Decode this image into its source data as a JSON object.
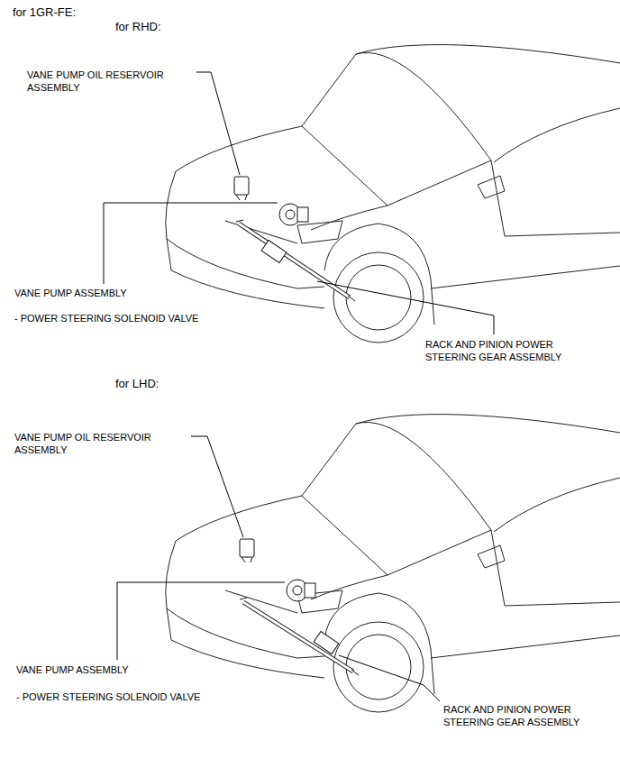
{
  "diagram": {
    "title": "for 1GR-FE:",
    "labels": [
      "for RHD:",
      "VANE PUMP OIL RESERVOIR ASSEMBLY",
      "VANE PUMP ASSEMBLY",
      "- POWER STEERING SOLENOID VALVE",
      "RACK AND PINION POWER STEERING GEAR ASSEMBLY",
      "for LHD:",
      "VANE PUMP OIL RESERVOIR ASSEMBLY",
      "VANE PUMP ASSEMBLY",
      "- POWER STEERING SOLENOID VALVE",
      "RACK AND PINION POWER STEERING GEAR ASSEMBLY"
    ]
  }
}
